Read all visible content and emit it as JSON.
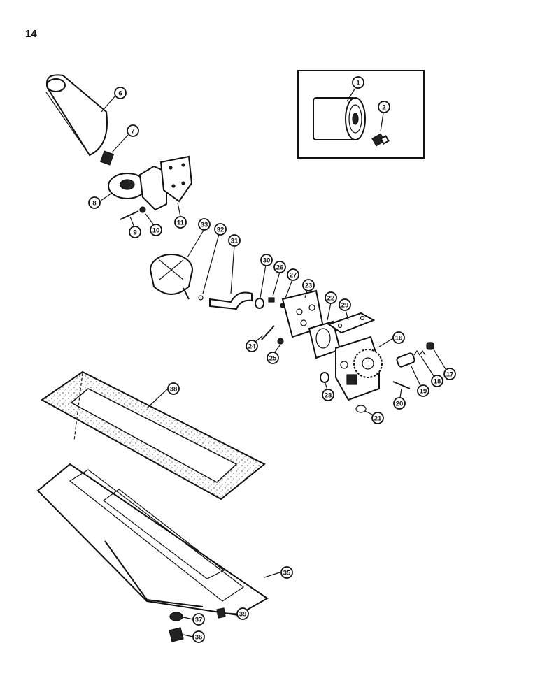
{
  "page": {
    "number": "14"
  },
  "callouts": {
    "c1": "1",
    "c2": "2",
    "c6": "6",
    "c7": "7",
    "c8": "8",
    "c9": "9",
    "c10": "10",
    "c11": "11",
    "c16": "16",
    "c17": "17",
    "c18": "18",
    "c19": "19",
    "c20": "20",
    "c21": "21",
    "c22": "22",
    "c23": "23",
    "c24": "24",
    "c25": "25",
    "c26": "26",
    "c27": "27",
    "c28": "28",
    "c29": "29",
    "c30": "30",
    "c31": "31",
    "c32": "32",
    "c33": "33",
    "c35": "35",
    "c36": "36",
    "c37": "37",
    "c38": "38",
    "c39": "39"
  }
}
